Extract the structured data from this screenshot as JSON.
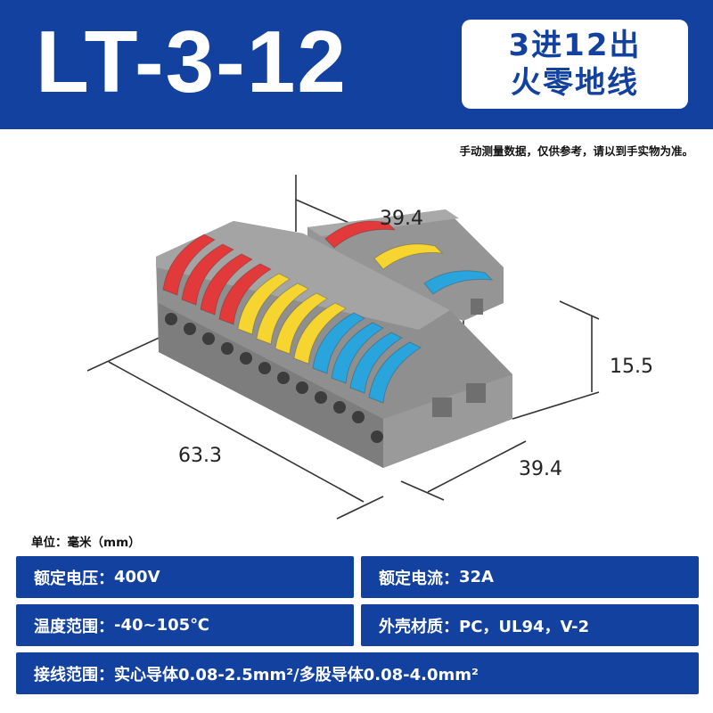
{
  "header": {
    "model": "LT-3-12",
    "badge_line1": "3进12出",
    "badge_line2": "火零地线"
  },
  "note": "手动测量数据，仅供参考，请以到手实物为准。",
  "dimensions": {
    "top": "39.4",
    "height": "15.5",
    "length": "63.3",
    "depth": "39.4"
  },
  "unit_label": "单位：毫米（mm）",
  "colors": {
    "brand_blue": "#1241a0",
    "housing_gray": "#8f8f8f",
    "lever_red": "#e23a3a",
    "lever_yellow": "#f6d531",
    "lever_blue": "#2aa4dd"
  },
  "specs": {
    "voltage_label": "额定电压：",
    "voltage_value": "400V",
    "current_label": "额定电流：",
    "current_value": "32A",
    "temp_label": "温度范围：",
    "temp_value": "-40~105℃",
    "material_label": "外壳材质：",
    "material_value": "PC，UL94，V-2",
    "wiring_label": "接线范围：",
    "wiring_value": "实心导体0.08-2.5mm²/多股导体0.08-4.0mm²"
  }
}
